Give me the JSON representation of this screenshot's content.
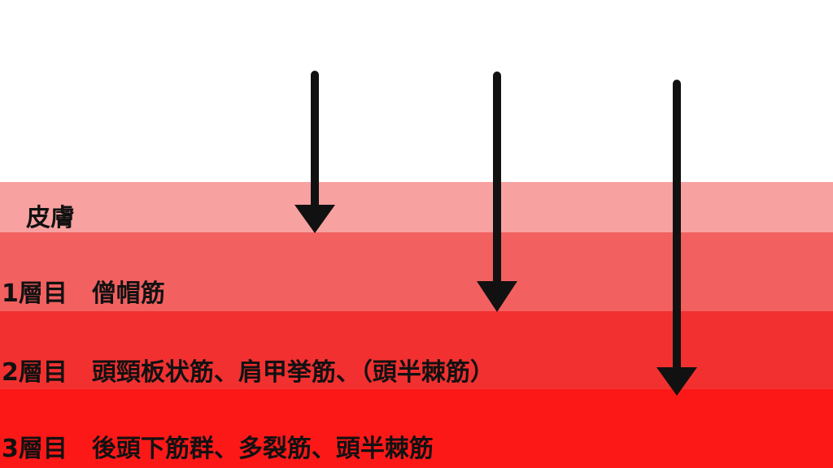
{
  "colors": {
    "background": "#ffffff",
    "skin": "#f7a1a1",
    "layer1": "#f26060",
    "layer2": "#f23030",
    "layer3": "#fd1818",
    "text": "#111111",
    "arrow": "#111111"
  },
  "layers": [
    {
      "label": "皮膚"
    },
    {
      "label": "1層目　僧帽筋"
    },
    {
      "label": "2層目　頭頸板状筋、肩甲挙筋、（頭半棘筋）"
    },
    {
      "label": "3層目　後頭下筋群、多裂筋、頭半棘筋"
    }
  ],
  "arrows": [
    {
      "name": "arrow-to-skin",
      "icon": "arrow-down-icon"
    },
    {
      "name": "arrow-to-layer-1",
      "icon": "arrow-down-icon"
    },
    {
      "name": "arrow-to-layer-2",
      "icon": "arrow-down-icon"
    }
  ]
}
